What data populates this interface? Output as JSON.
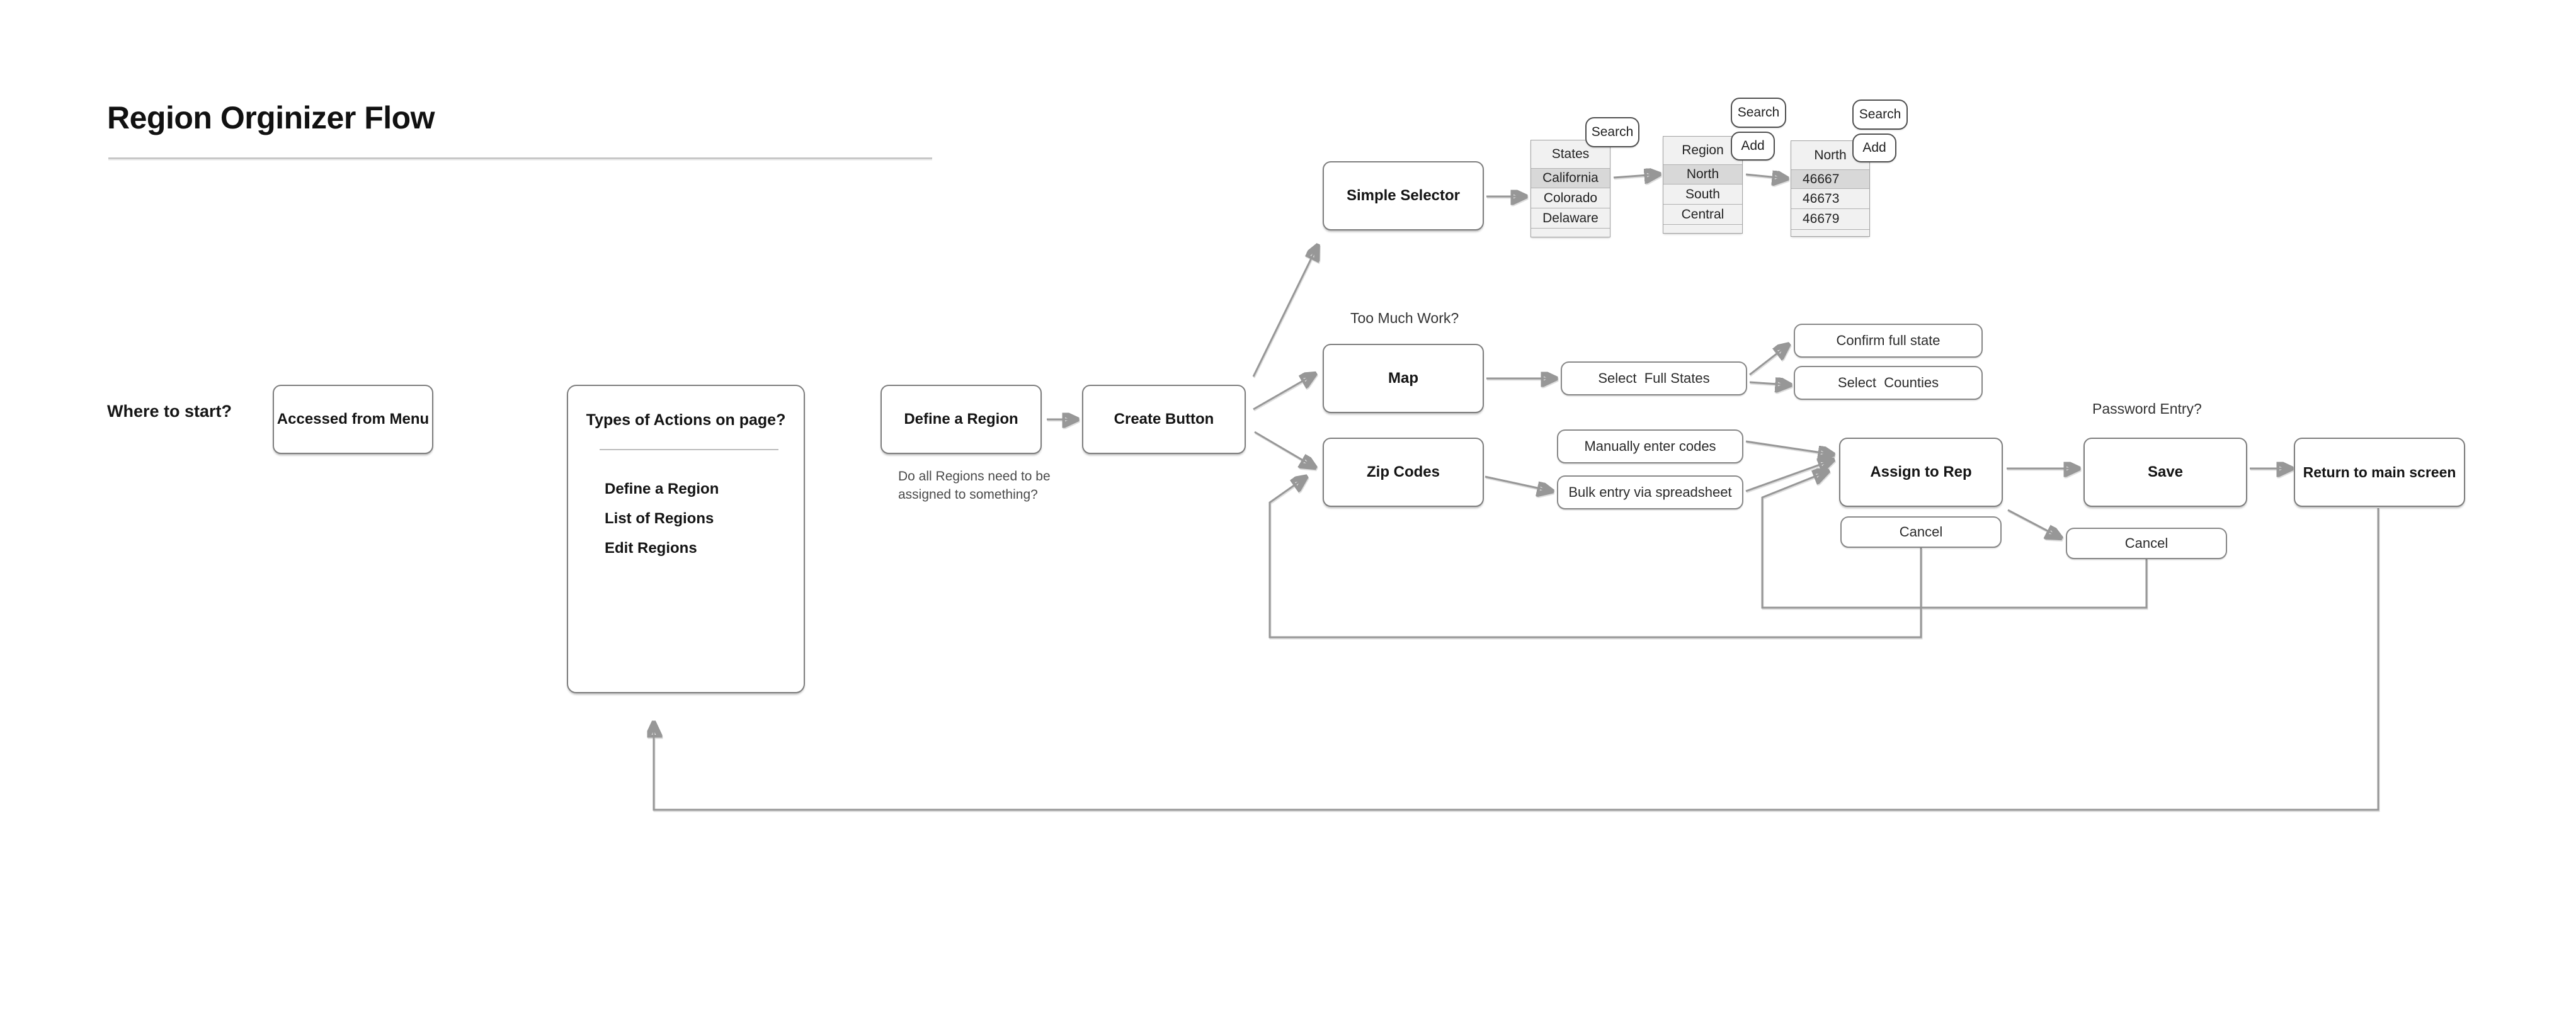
{
  "title": "Region Orginizer Flow",
  "annotations": {
    "where_to_start": "Where to start?",
    "define_note": "Do all Regions need to be assigned to something?",
    "too_much_work": "Too Much Work?",
    "password_entry": "Password Entry?"
  },
  "nodes": {
    "accessed_from_menu": "Accessed from Menu",
    "define_a_region": "Define a Region",
    "create_button": "Create Button",
    "simple_selector": "Simple Selector",
    "map": "Map",
    "zip_codes": "Zip Codes",
    "assign_to_rep": "Assign to Rep",
    "save": "Save",
    "return_to_main": "Return to main screen"
  },
  "actions_panel": {
    "heading": "Types of Actions on page?",
    "items": [
      "Define a Region",
      "List of Regions",
      "Edit Regions"
    ]
  },
  "pills": {
    "select_full_states": "Select  Full States",
    "confirm_full_state": "Confirm full state",
    "select_counties": "Select  Counties",
    "manually_enter_codes": "Manually enter codes",
    "bulk_entry": "Bulk entry via spreadsheet",
    "cancel": "Cancel"
  },
  "small_buttons": {
    "search": "Search",
    "add": "Add"
  },
  "tables": {
    "states": {
      "header": "States",
      "rows": [
        "California",
        "Colorado",
        "Delaware"
      ]
    },
    "regions": {
      "header": "Region",
      "rows": [
        "North",
        "South",
        "Central"
      ]
    },
    "zip_list": {
      "header": "North",
      "rows": [
        "46667",
        "46673",
        "46679"
      ]
    }
  },
  "colors": {
    "connector_line": "#979797",
    "node_border": "#7d7d7d",
    "table_row_bg": "#f1f1f1",
    "table_selected_bg": "#d8d8d8"
  }
}
